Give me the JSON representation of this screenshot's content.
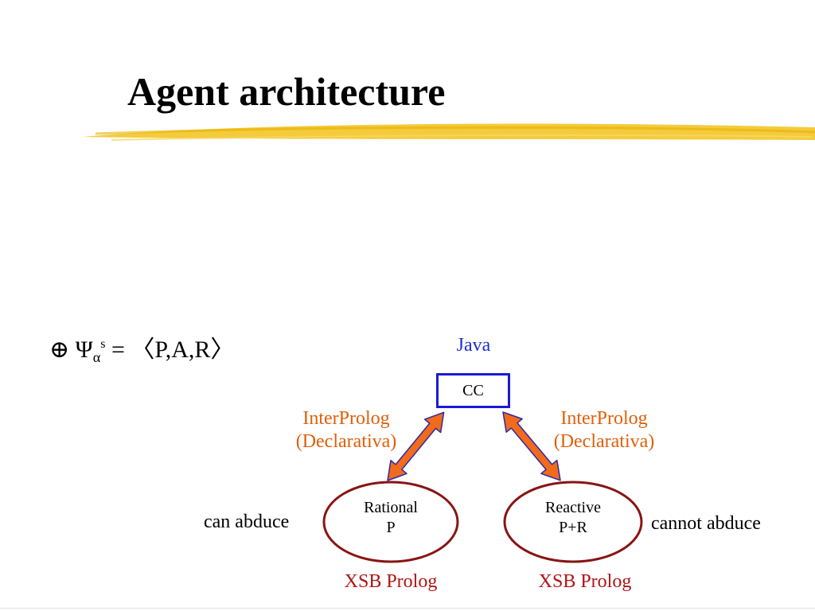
{
  "slide": {
    "title": "Agent architecture",
    "formula": {
      "prefix": "⊕ Ψ",
      "subscript": "α",
      "superscript": "s",
      "rest": " = 〈P,A,R〉"
    }
  },
  "diagram": {
    "top_label": "Java",
    "top_node": "CC",
    "left_link": {
      "line1": "InterProlog",
      "line2": "(Declarativa)"
    },
    "right_link": {
      "line1": "InterProlog",
      "line2": "(Declarativa)"
    },
    "left_node": {
      "line1": "Rational",
      "line2": "P",
      "side_note": "can abduce",
      "caption": "XSB Prolog"
    },
    "right_node": {
      "line1": "Reactive",
      "line2": "P+R",
      "side_note": "cannot abduce",
      "caption": "XSB Prolog"
    }
  },
  "colors": {
    "underline": "#f2c21a",
    "java": "#1b2fd0",
    "box_border": "#1a1ad6",
    "link_label": "#e0600a",
    "arrow_fill": "#f26a1b",
    "arrow_outline": "#2a2aa8",
    "ellipse": "#8a1414",
    "caption": "#b01515"
  }
}
